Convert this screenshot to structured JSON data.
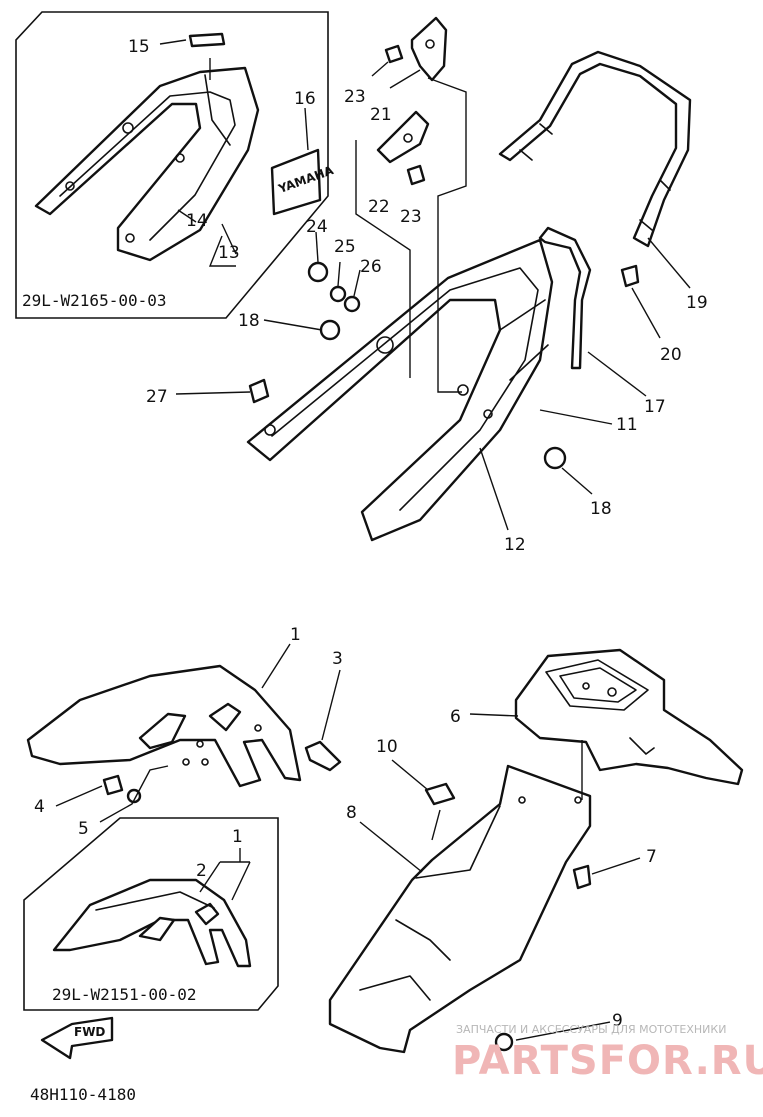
{
  "diagram": {
    "callouts": [
      "1",
      "2",
      "3",
      "4",
      "5",
      "6",
      "7",
      "8",
      "9",
      "10",
      "11",
      "12",
      "13",
      "14",
      "15",
      "16",
      "17",
      "18",
      "19",
      "20",
      "21",
      "22",
      "23",
      "24",
      "25",
      "26",
      "27"
    ],
    "inset_codes": [
      "29L-W2165-00-03",
      "29L-W2151-00-02"
    ],
    "figure_code": "48H110-4180",
    "fwd_label": "FWD",
    "watermark_tagline": "ЗАПЧАСТИ И АКСЕССУАРЫ ДЛЯ МОТОТЕХНИКИ",
    "watermark_brand": "PARTSFOR.RU",
    "label_16_sticker": "YAMAHA"
  }
}
